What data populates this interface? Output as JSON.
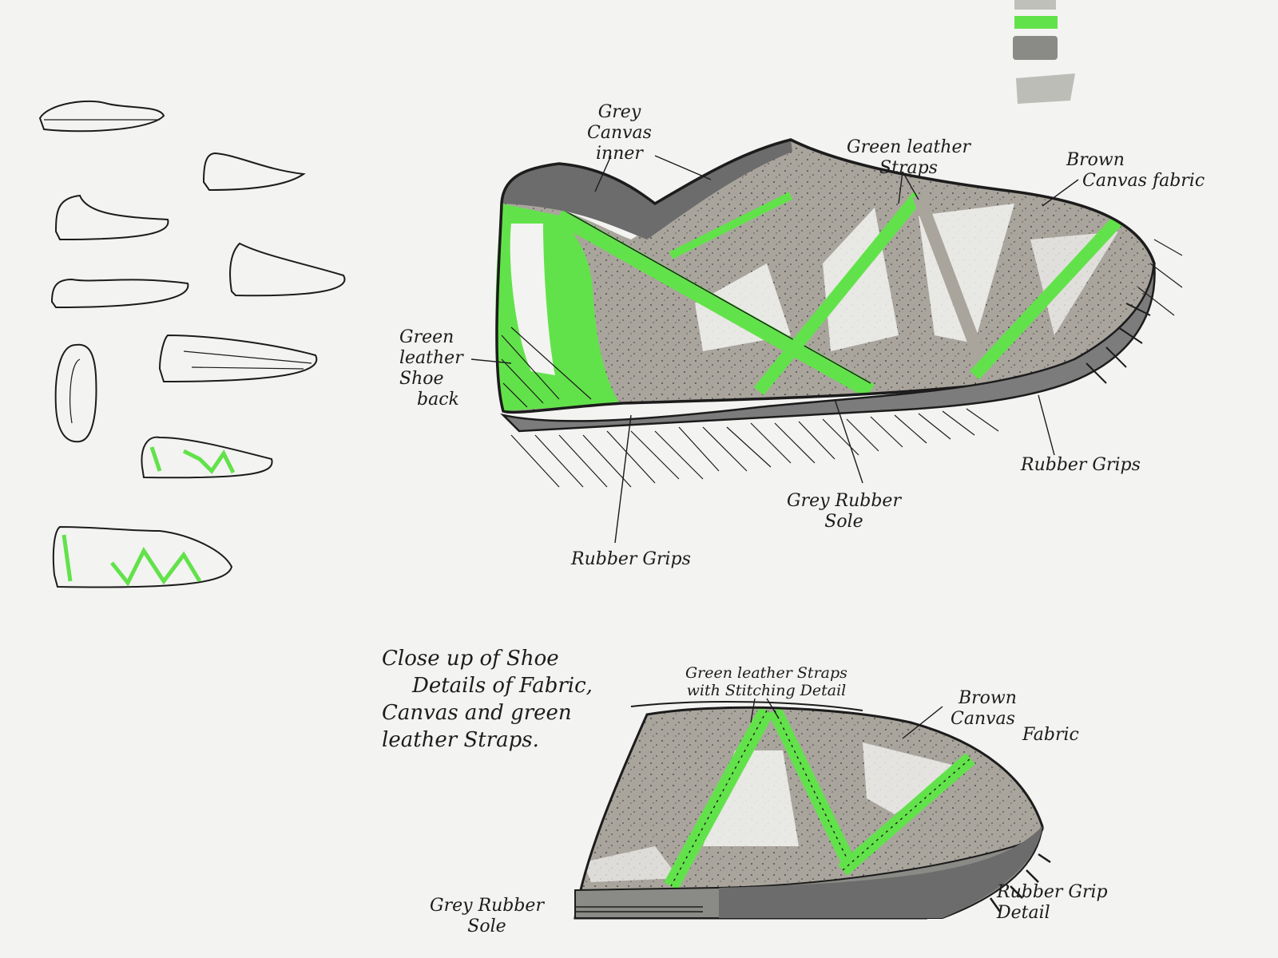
{
  "palette": {
    "paper": "#f3f3f1",
    "green": "#62e24a",
    "grey_canvas": "#a9a59d",
    "grey_rubber": "#6c6c6c",
    "light_grey": "#c0c0bb",
    "ink": "#1c1c1c"
  },
  "main_shoe": {
    "label_grey_canvas_inner": [
      "Grey",
      "Canvas",
      "inner"
    ],
    "label_green_leather_straps": [
      "Green leather",
      "Straps"
    ],
    "label_brown_canvas_fabric": [
      "Brown",
      "Canvas fabric"
    ],
    "label_green_leather_shoe_back": [
      "Green",
      "leather",
      "Shoe",
      "back"
    ],
    "label_rubber_grips_right": "Rubber Grips",
    "label_grey_rubber_sole": [
      "Grey Rubber",
      "Sole"
    ],
    "label_rubber_grips_bottom": "Rubber Grips"
  },
  "closeup": {
    "title_lines": [
      "Close up of Shoe",
      "Details of Fabric,",
      "Canvas and green",
      "leather Straps."
    ],
    "label_straps_stitching": [
      "Green leather Straps",
      "with Stitching Detail"
    ],
    "label_brown_canvas_fabric": [
      "Brown",
      "Canvas",
      "Fabric"
    ],
    "label_grey_rubber_sole": [
      "Grey Rubber",
      "Sole"
    ],
    "label_rubber_grip_detail": [
      "Rubber Grip",
      "Detail"
    ]
  }
}
